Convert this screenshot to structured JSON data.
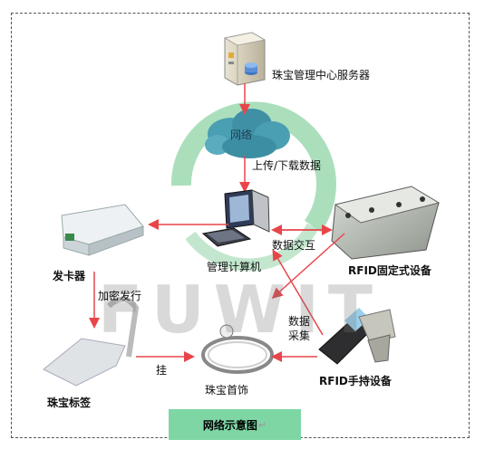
{
  "labels": {
    "server": "珠宝管理中心服务器",
    "network": "网络",
    "upload_download": "上传/下载数据",
    "management_pc": "管理计算机",
    "data_exchange": "数据交互",
    "rfid_fixed": "RFID固定式设备",
    "card_issuer": "发卡器",
    "encrypt_issue": "加密发行",
    "data_collect_line1": "数据",
    "data_collect_line2": "采集",
    "rfid_handheld": "RFID手持设备",
    "jewelry_tag": "珠宝标签",
    "hang": "挂",
    "jewelry": "珠宝首饰"
  },
  "caption": {
    "text": "网络示意图",
    "mark": "↵"
  },
  "watermark": "FUWIT",
  "colors": {
    "arrow": "#e8454a",
    "ring_green": "#7fcf96",
    "caption_bg": "#7ed6a5",
    "cloud": "#4a9fb2"
  }
}
